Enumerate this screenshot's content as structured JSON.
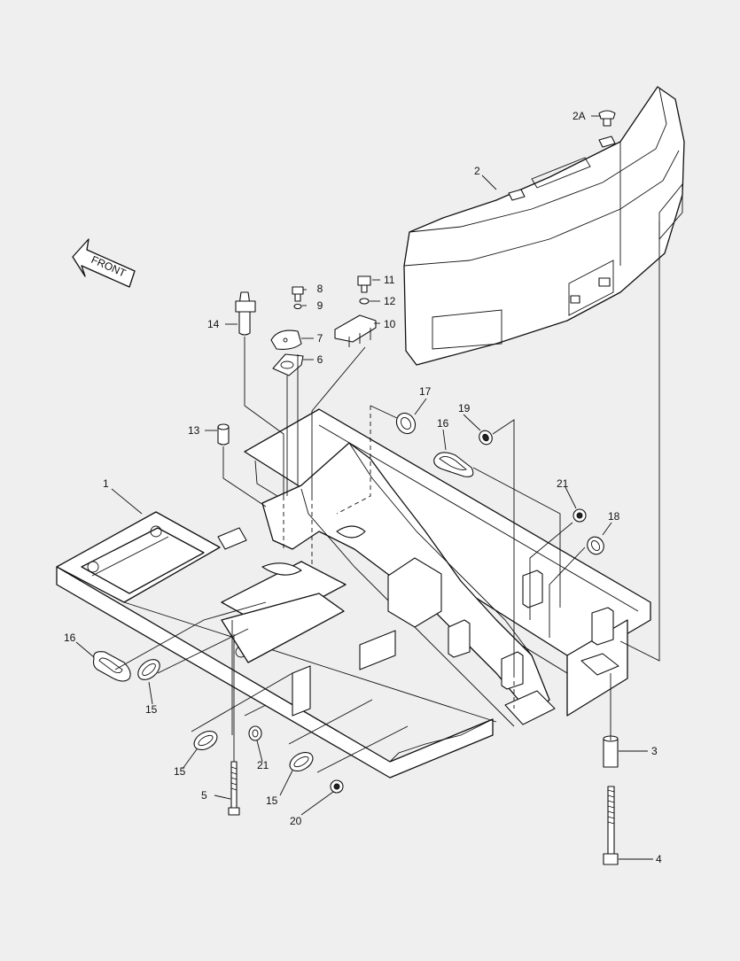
{
  "front_arrow": {
    "label": "FRONT"
  },
  "callouts": [
    {
      "id": "c-2a",
      "label": "2A"
    },
    {
      "id": "c-2",
      "label": "2"
    },
    {
      "id": "c-8",
      "label": "8"
    },
    {
      "id": "c-9",
      "label": "9"
    },
    {
      "id": "c-11",
      "label": "11"
    },
    {
      "id": "c-12",
      "label": "12"
    },
    {
      "id": "c-14",
      "label": "14"
    },
    {
      "id": "c-7",
      "label": "7"
    },
    {
      "id": "c-10",
      "label": "10"
    },
    {
      "id": "c-6",
      "label": "6"
    },
    {
      "id": "c-17",
      "label": "17"
    },
    {
      "id": "c-19",
      "label": "19"
    },
    {
      "id": "c-16a",
      "label": "16"
    },
    {
      "id": "c-13",
      "label": "13"
    },
    {
      "id": "c-1",
      "label": "1"
    },
    {
      "id": "c-21a",
      "label": "21"
    },
    {
      "id": "c-18",
      "label": "18"
    },
    {
      "id": "c-16b",
      "label": "16"
    },
    {
      "id": "c-15a",
      "label": "15"
    },
    {
      "id": "c-21b",
      "label": "21"
    },
    {
      "id": "c-15b",
      "label": "15"
    },
    {
      "id": "c-15c",
      "label": "15"
    },
    {
      "id": "c-5",
      "label": "5"
    },
    {
      "id": "c-20",
      "label": "20"
    },
    {
      "id": "c-3",
      "label": "3"
    },
    {
      "id": "c-4",
      "label": "4"
    }
  ]
}
